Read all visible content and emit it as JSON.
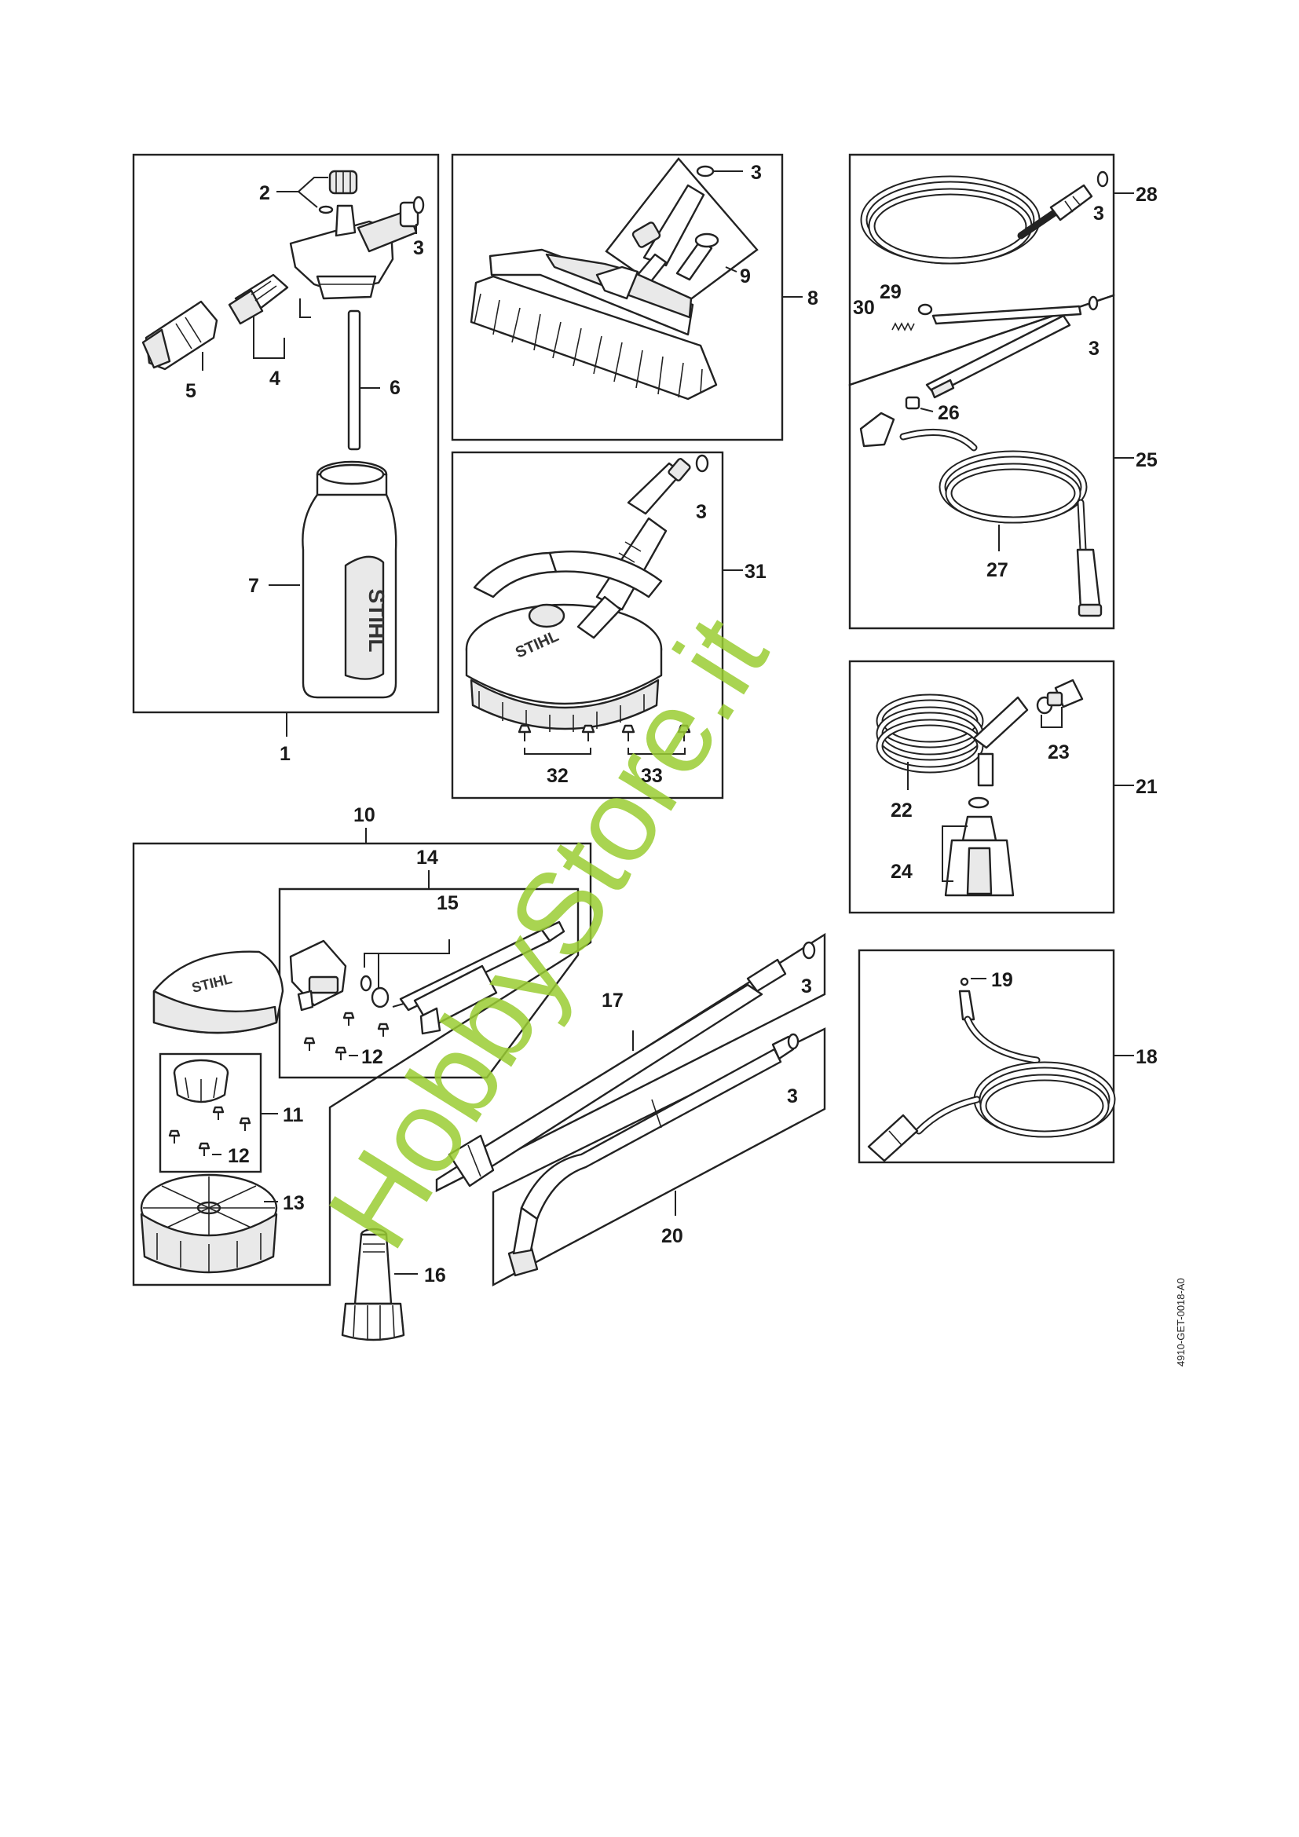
{
  "labels": {
    "l1": "1",
    "l2": "2",
    "l3": "3",
    "l4": "4",
    "l5": "5",
    "l6": "6",
    "l7": "7",
    "l8": "8",
    "l9": "9",
    "l10": "10",
    "l11": "11",
    "l12": "12",
    "l13": "13",
    "l14": "14",
    "l15": "15",
    "l16": "16",
    "l17": "17",
    "l18": "18",
    "l19": "19",
    "l20": "20",
    "l21": "21",
    "l22": "22",
    "l23": "23",
    "l24": "24",
    "l25": "25",
    "l26": "26",
    "l27": "27",
    "l28": "28",
    "l29": "29",
    "l30": "30",
    "l31": "31",
    "l32": "32",
    "l33": "33"
  },
  "brand": "STIHL",
  "watermark": "HobbyStore.it",
  "drawing_code": "4910-GET-0018-A0",
  "colors": {
    "line": "#222222",
    "watermark": "#9acd32",
    "background": "#ffffff"
  }
}
